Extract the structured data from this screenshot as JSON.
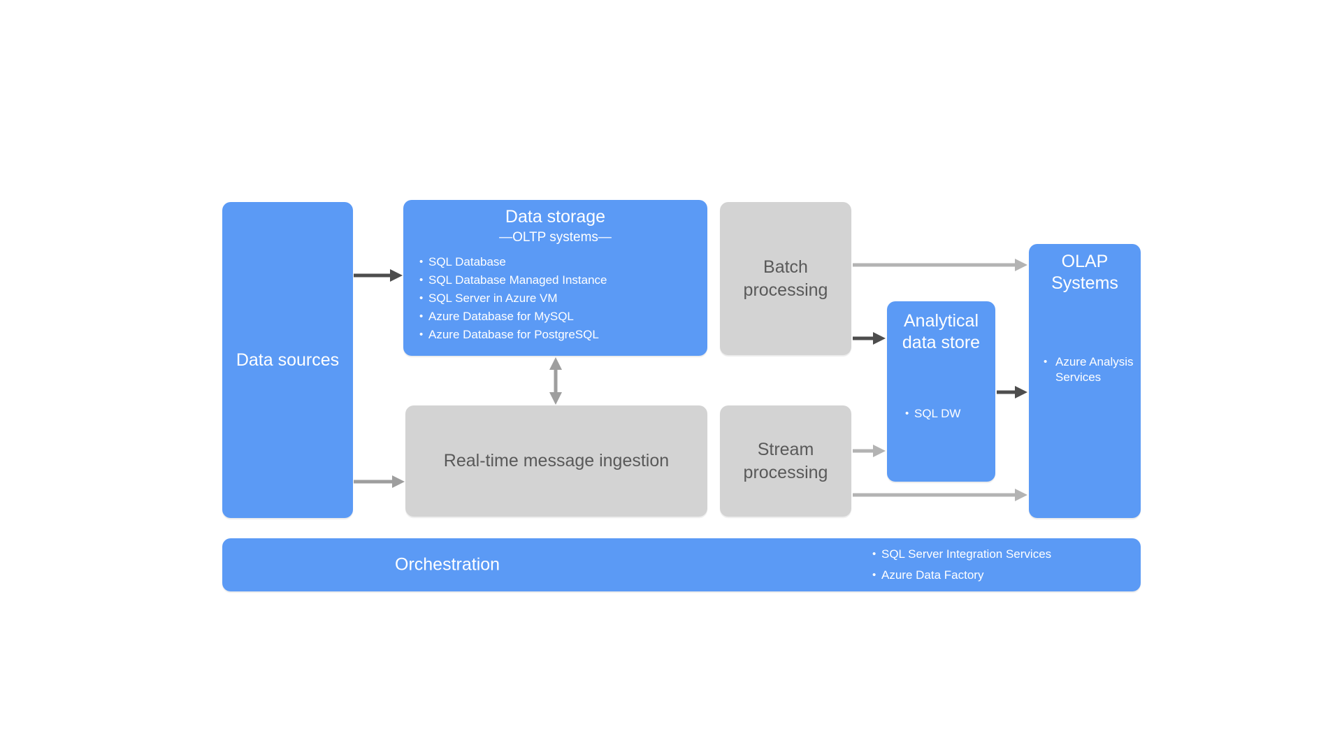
{
  "colors": {
    "box_blue": "#5B9AF5",
    "box_gray": "#D3D3D3",
    "text_on_blue": "#FFFFFF",
    "text_on_gray": "#595959",
    "arrow_dark": "#4D4D4D",
    "arrow_mid": "#9E9E9E",
    "arrow_light": "#B3B3B3",
    "background": "#FFFFFF"
  },
  "boxes": {
    "data_sources": {
      "label": "Data sources"
    },
    "data_storage": {
      "title": "Data storage",
      "subtitle": "—OLTP systems—",
      "items": [
        "SQL Database",
        "SQL Database Managed Instance",
        "SQL Server in Azure VM",
        "Azure Database for MySQL",
        "Azure Database for PostgreSQL"
      ]
    },
    "batch_processing": {
      "label": "Batch processing"
    },
    "real_time_message_ingestion": {
      "label": "Real-time message ingestion"
    },
    "stream_processing": {
      "label": "Stream processing"
    },
    "analytical_data_store": {
      "title": "Analytical data store",
      "items": [
        "SQL DW"
      ]
    },
    "olap_systems": {
      "title": "OLAP Systems",
      "items": [
        "Azure Analysis Services"
      ]
    },
    "orchestration": {
      "label": "Orchestration",
      "items": [
        "SQL Server Integration Services",
        "Azure Data Factory"
      ]
    }
  },
  "connections": [
    {
      "from": "Data sources",
      "to": "Data storage",
      "emphasis": "strong"
    },
    {
      "from": "Data sources",
      "to": "Real-time message ingestion",
      "emphasis": "normal"
    },
    {
      "from": "Data storage",
      "to": "Real-time message ingestion",
      "emphasis": "normal",
      "bidirectional": true
    },
    {
      "from": "Batch processing",
      "to": "OLAP Systems",
      "emphasis": "light"
    },
    {
      "from": "Batch processing",
      "to": "Analytical data store",
      "emphasis": "strong"
    },
    {
      "from": "Stream processing",
      "to": "Analytical data store",
      "emphasis": "light"
    },
    {
      "from": "Stream processing",
      "to": "OLAP Systems",
      "emphasis": "light"
    },
    {
      "from": "Analytical data store",
      "to": "OLAP Systems",
      "emphasis": "strong"
    }
  ]
}
